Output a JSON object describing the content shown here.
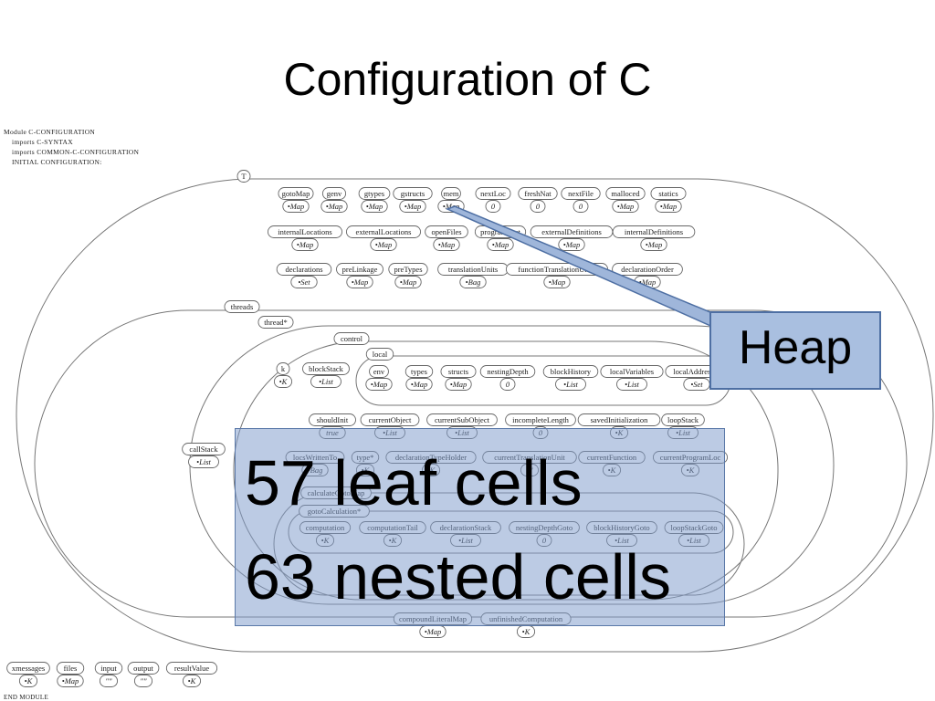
{
  "title": "Configuration of C",
  "module": {
    "header": "Module C-CONFIGURATION",
    "imports": [
      "imports C-SYNTAX",
      "imports COMMON-C-CONFIGURATION"
    ],
    "initial": "INITIAL CONFIGURATION:",
    "footer": "END MODULE"
  },
  "callouts": {
    "heap": "Heap",
    "leaf_cells": "57 leaf cells",
    "nested_cells": "63 nested cells"
  },
  "cells": [
    {
      "label": "T",
      "value": ""
    },
    {
      "label": "gotoMap",
      "value": "•Map"
    },
    {
      "label": "genv",
      "value": "•Map"
    },
    {
      "label": "gtypes",
      "value": "•Map"
    },
    {
      "label": "gstructs",
      "value": "•Map"
    },
    {
      "label": "mem",
      "value": "•Map"
    },
    {
      "label": "nextLoc",
      "value": "0"
    },
    {
      "label": "freshNat",
      "value": "0"
    },
    {
      "label": "nextFile",
      "value": "0"
    },
    {
      "label": "malloced",
      "value": "•Map"
    },
    {
      "label": "statics",
      "value": "•Map"
    },
    {
      "label": "internalLocations",
      "value": "•Map"
    },
    {
      "label": "externalLocations",
      "value": "•Map"
    },
    {
      "label": "openFiles",
      "value": "•Map"
    },
    {
      "label": "programText",
      "value": "•Map"
    },
    {
      "label": "externalDefinitions",
      "value": "•Map"
    },
    {
      "label": "internalDefinitions",
      "value": "•Map"
    },
    {
      "label": "declarations",
      "value": "•Set"
    },
    {
      "label": "preLinkage",
      "value": "•Map"
    },
    {
      "label": "preTypes",
      "value": "•Map"
    },
    {
      "label": "translationUnits",
      "value": "•Bag"
    },
    {
      "label": "functionTranslationUnits",
      "value": "•Map"
    },
    {
      "label": "declarationOrder",
      "value": "•Map"
    },
    {
      "label": "threads",
      "value": ""
    },
    {
      "label": "thread*",
      "value": ""
    },
    {
      "label": "control",
      "value": ""
    },
    {
      "label": "k",
      "value": "•K"
    },
    {
      "label": "blockStack",
      "value": "•List"
    },
    {
      "label": "local",
      "value": ""
    },
    {
      "label": "env",
      "value": "•Map"
    },
    {
      "label": "types",
      "value": "•Map"
    },
    {
      "label": "structs",
      "value": "•Map"
    },
    {
      "label": "nestingDepth",
      "value": "0"
    },
    {
      "label": "blockHistory",
      "value": "•List"
    },
    {
      "label": "localVariables",
      "value": "•List"
    },
    {
      "label": "localAddresses",
      "value": "•Set"
    },
    {
      "label": "shouldInit",
      "value": "true"
    },
    {
      "label": "currentObject",
      "value": "•List"
    },
    {
      "label": "currentSubObject",
      "value": "•List"
    },
    {
      "label": "incompleteLength",
      "value": "0"
    },
    {
      "label": "savedInitialization",
      "value": "•K"
    },
    {
      "label": "loopStack",
      "value": "•List"
    },
    {
      "label": "callStack",
      "value": "•List"
    },
    {
      "label": "locsWrittenTo",
      "value": "•Bag"
    },
    {
      "label": "type*",
      "value": "•K"
    },
    {
      "label": "declarationTypeHolder",
      "value": "•K"
    },
    {
      "label": "currentTranslationUnit",
      "value": "\"\""
    },
    {
      "label": "currentFunction",
      "value": "•K"
    },
    {
      "label": "currentProgramLoc",
      "value": "•K"
    },
    {
      "label": "calculateGotoMap",
      "value": ""
    },
    {
      "label": "gotoCalculation*",
      "value": ""
    },
    {
      "label": "computation",
      "value": "•K"
    },
    {
      "label": "computationTail",
      "value": "•K"
    },
    {
      "label": "declarationStack",
      "value": "•List"
    },
    {
      "label": "nestingDepthGoto",
      "value": "0"
    },
    {
      "label": "blockHistoryGoto",
      "value": "•List"
    },
    {
      "label": "loopStackGoto",
      "value": "•List"
    },
    {
      "label": "compoundLiteralMap",
      "value": "•Map"
    },
    {
      "label": "unfinishedComputation",
      "value": "•K"
    },
    {
      "label": "xmessages",
      "value": "•K"
    },
    {
      "label": "files",
      "value": "•Map"
    },
    {
      "label": "input",
      "value": "\"\""
    },
    {
      "label": "output",
      "value": "\"\""
    },
    {
      "label": "resultValue",
      "value": "•K"
    }
  ]
}
